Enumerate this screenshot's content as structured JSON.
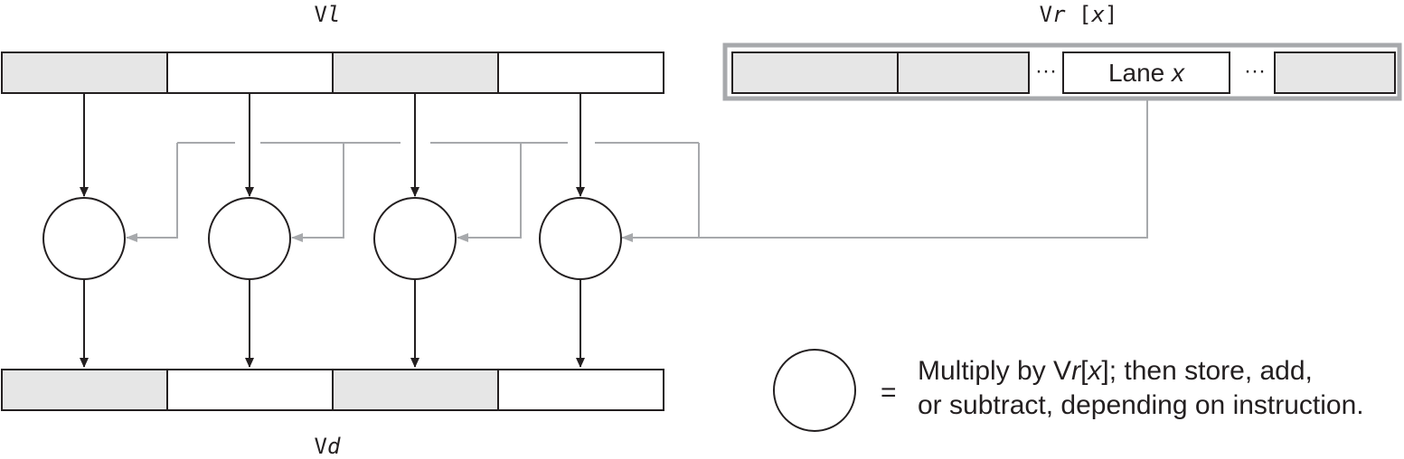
{
  "vl": {
    "prefix": "V",
    "suffix": "l"
  },
  "vr": {
    "prefix": "V",
    "suffix": "r",
    "bracket_open": " [",
    "index": "x",
    "bracket_close": "]"
  },
  "vd": {
    "prefix": "V",
    "suffix": "d"
  },
  "lane": {
    "text": "Lane ",
    "var": "x"
  },
  "ellipsis": "···",
  "legend": {
    "equals": "=",
    "line1_a": "Multiply by V",
    "line1_r": "r",
    "line1_b": "[",
    "line1_x": "x",
    "line1_c": "]; then store, add,",
    "line2": "or subtract, depending on instruction."
  },
  "colors": {
    "shaded": "#e6e6e6",
    "stroke": "#231f20",
    "gray_line": "#a7a9ac"
  }
}
